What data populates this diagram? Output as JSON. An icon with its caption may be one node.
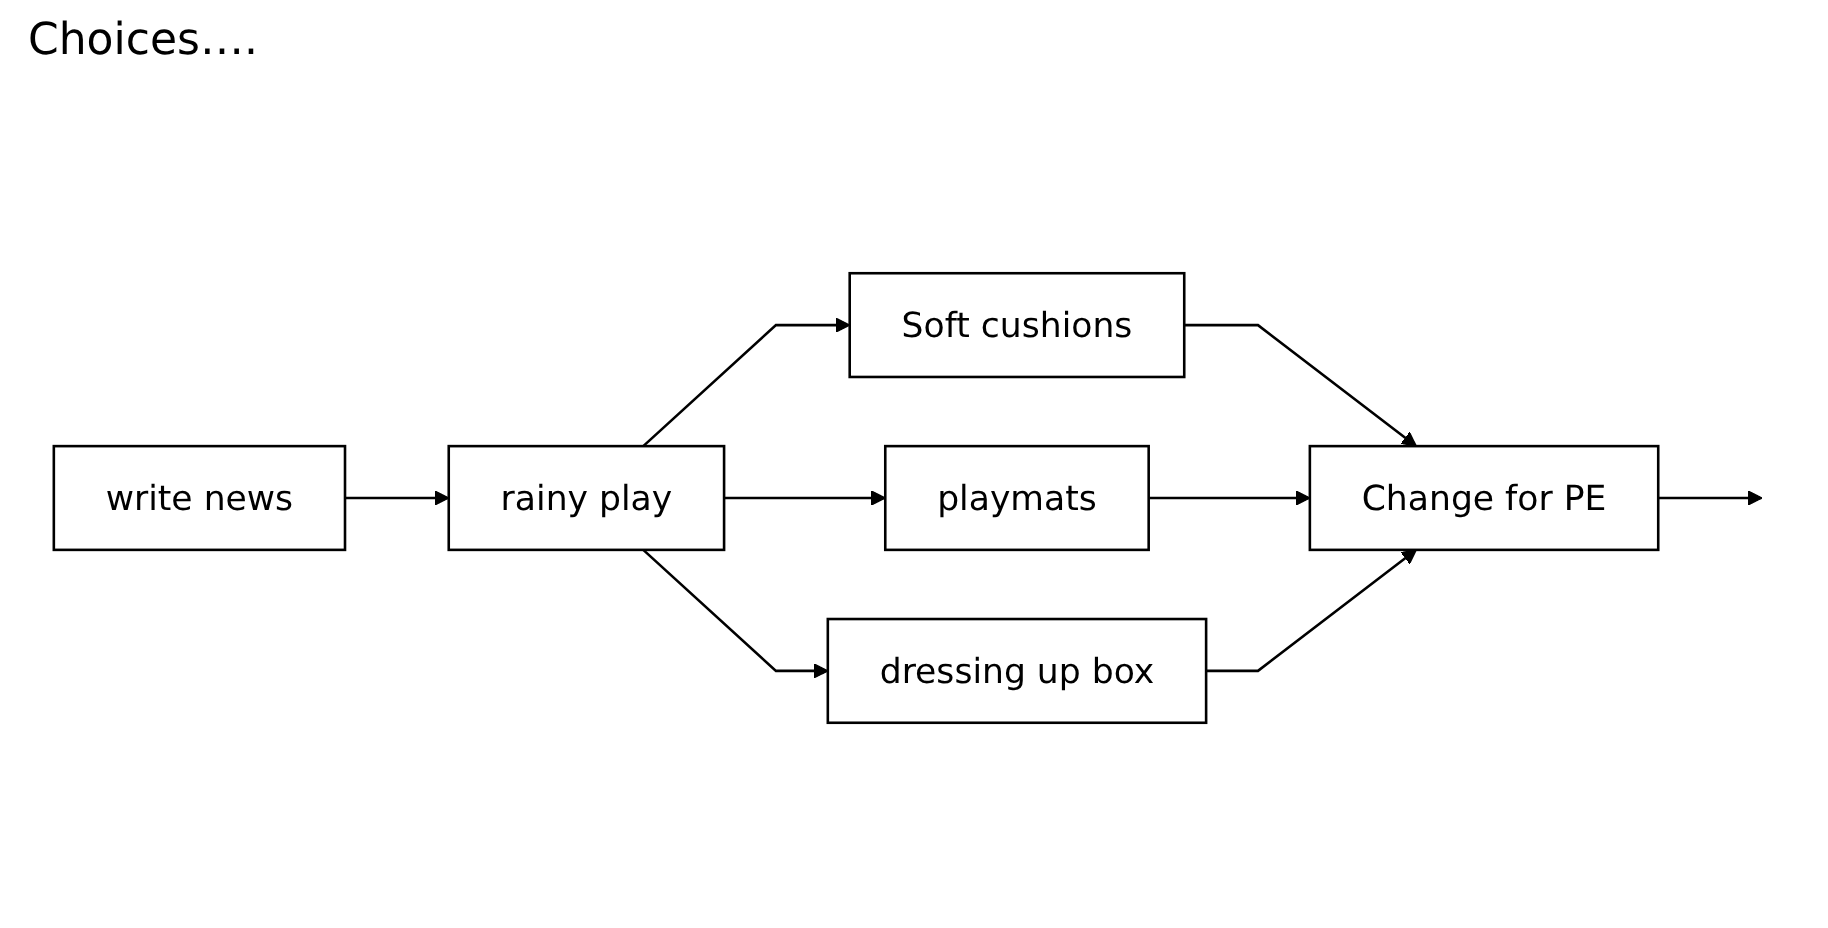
{
  "diagram": {
    "title": "Choices….",
    "nodes": [
      {
        "text": [
          "write news"
        ]
      },
      {
        "text": [
          "rainy play"
        ]
      },
      {
        "text": [
          "Soft cushions"
        ]
      },
      {
        "text": [
          "playmats"
        ]
      },
      {
        "text": [
          "dressing up box"
        ]
      },
      {
        "text": [
          "Change for PE"
        ]
      }
    ],
    "edges": [
      {
        "from": 0,
        "to": 1,
        "arrow": "to"
      },
      {
        "from": 1,
        "to": 2,
        "arrow": "to"
      },
      {
        "from": 1,
        "to": 3,
        "arrow": "to"
      },
      {
        "from": 1,
        "to": 4,
        "arrow": "to"
      },
      {
        "from": 2,
        "to": 5,
        "arrow": "to"
      },
      {
        "from": 3,
        "to": 5,
        "arrow": "to"
      },
      {
        "from": 4,
        "to": 5,
        "arrow": "to"
      },
      {
        "from": 5,
        "to": null,
        "arrow": "to"
      }
    ]
  }
}
